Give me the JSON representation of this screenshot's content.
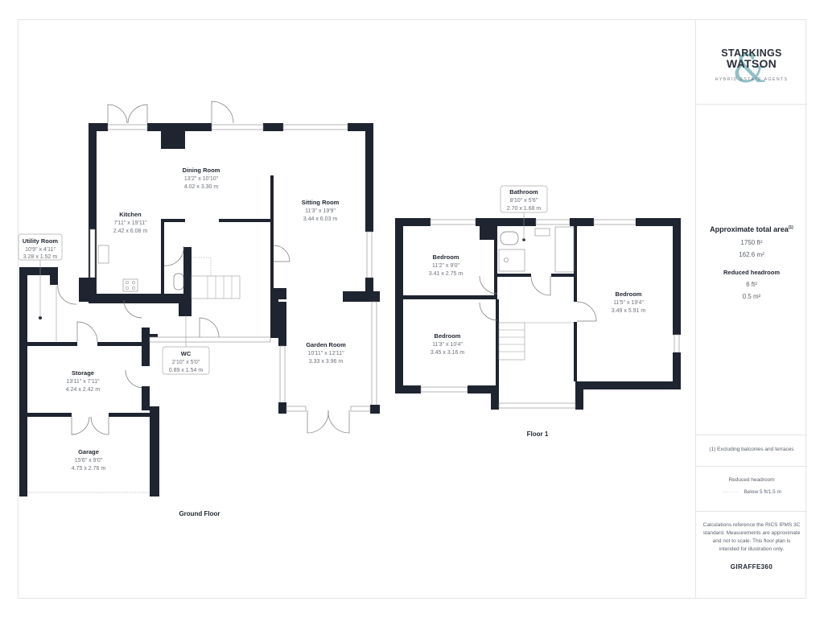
{
  "brand": {
    "name_line1": "STARKINGS",
    "name_line2": "WATSON",
    "ampersand": "&",
    "tagline": "HYBRID ESTATE AGENTS",
    "accent_color": "#8fc0c6"
  },
  "area": {
    "title": "Approximate total area",
    "footnote_mark": "(1)",
    "sqft": "1750 ft²",
    "sqm": "162.6 m²",
    "reduced_title": "Reduced headroom",
    "reduced_sqft": "6 ft²",
    "reduced_sqm": "0.5 m²"
  },
  "notes": {
    "footnote": "(1) Excluding balconies and terraces",
    "legend_title": "Reduced headroom",
    "legend_line": "·········",
    "legend_text": "Below 5 ft/1.5 m",
    "disclaimer": "Calculations reference the RICS IPMS 3C standard. Measurements are approximate and not to scale. This floor plan is intended for illustration only.",
    "provider": "GIRAFFE360"
  },
  "floors": [
    {
      "label": "Ground Floor",
      "rooms": [
        {
          "name": "Dining Room",
          "imperial": "13'2\" x 10'10\"",
          "metric": "4.02 x 3.30 m"
        },
        {
          "name": "Kitchen",
          "imperial": "7'11\" x 19'11\"",
          "metric": "2.42 x 6.08 m"
        },
        {
          "name": "Sitting Room",
          "imperial": "11'3\" x 19'9\"",
          "metric": "3.44 x 6.03 m"
        },
        {
          "name": "Utility Room",
          "imperial": "10'9\" x 4'11\"",
          "metric": "3.28 x 1.52 m"
        },
        {
          "name": "WC",
          "imperial": "2'10\" x 5'0\"",
          "metric": "0.89 x 1.54 m"
        },
        {
          "name": "Storage",
          "imperial": "13'11\" x 7'11\"",
          "metric": "4.24 x 2.42 m"
        },
        {
          "name": "Garage",
          "imperial": "15'6\" x 9'0\"",
          "metric": "4.75 x 2.76 m"
        },
        {
          "name": "Garden Room",
          "imperial": "10'11\" x 12'11\"",
          "metric": "3.33 x 3.96 m"
        }
      ]
    },
    {
      "label": "Floor 1",
      "rooms": [
        {
          "name": "Bathroom",
          "imperial": "8'10\" x 5'6\"",
          "metric": "2.70 x 1.68 m"
        },
        {
          "name": "Bedroom",
          "imperial": "11'2\" x 9'0\"",
          "metric": "3.41 x 2.75 m"
        },
        {
          "name": "Bedroom",
          "imperial": "11'3\" x 10'4\"",
          "metric": "3.45 x 3.16 m"
        },
        {
          "name": "Bedroom",
          "imperial": "11'5\" x 19'4\"",
          "metric": "3.49 x 5.91 m"
        }
      ]
    }
  ]
}
